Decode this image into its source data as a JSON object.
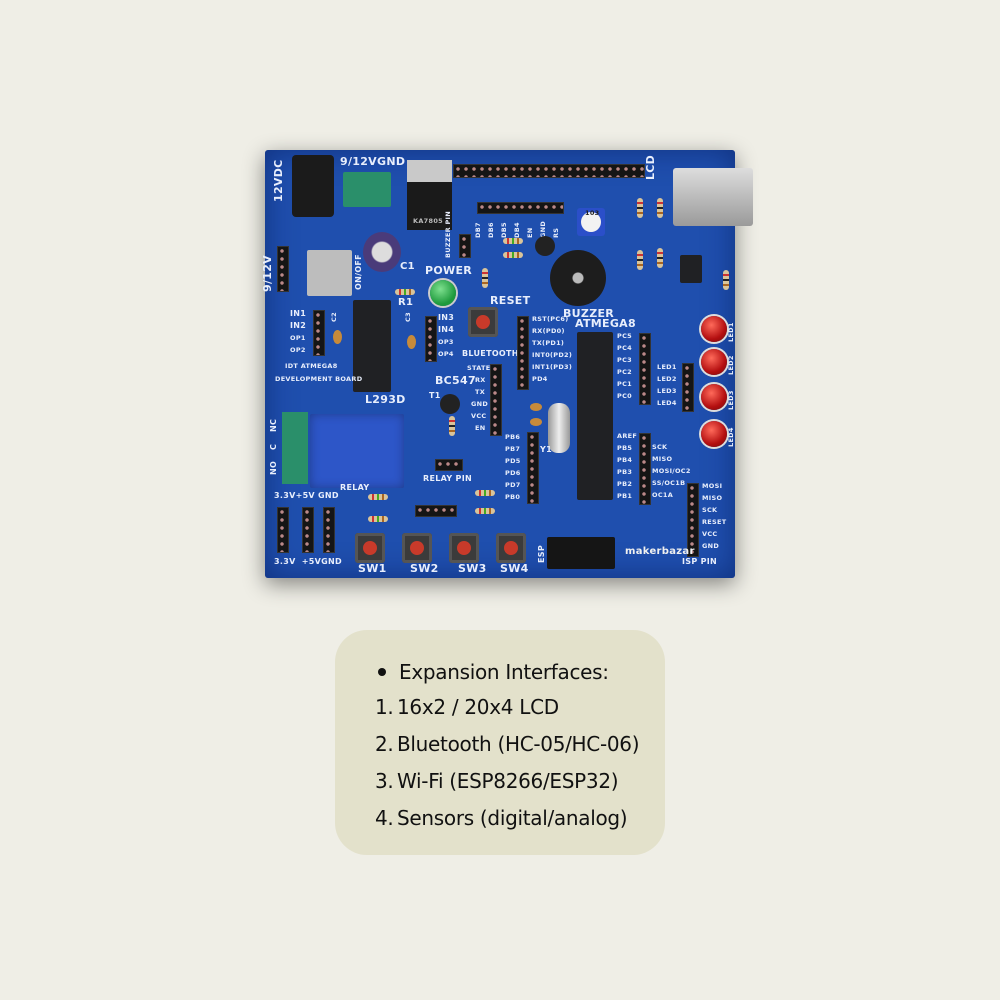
{
  "board": {
    "power_input": {
      "jack": "12VDC",
      "terminal": "9/12VGND",
      "header": "9/12V",
      "switch": "ON/OFF"
    },
    "regulator": "KA7805",
    "lcd": {
      "label": "LCD",
      "pins": [
        "DB7",
        "DB6",
        "DB5",
        "DB4",
        "EN",
        "GND",
        "RS"
      ]
    },
    "buzzer_pin": "BUZZER PIN",
    "labels": {
      "power": "POWER",
      "reset": "RESET",
      "buzzer": "BUZZER",
      "mcu": "ATMEGA8",
      "bluetooth": "BLUETOOTH",
      "transistor": "BC547",
      "driver": "L293D",
      "relay_pin": "RELAY PIN",
      "relay": "RELAY",
      "board_name_1": "IDT ATMEGA8",
      "board_name_2": "DEVELOPMENT BOARD",
      "power_top": "3.3V+5V GND",
      "power_bottom": "3.3V  +5VGND",
      "isp": "ISP PIN",
      "esp": "ESP",
      "r1": "R1",
      "c1": "C1",
      "c2": "C2",
      "c3": "C3",
      "t1": "T1",
      "y1": "Y1",
      "pot": "103"
    },
    "motor_pins_left": [
      "IN1",
      "IN2",
      "OP1",
      "OP2"
    ],
    "motor_pins_right": [
      "IN3",
      "IN4",
      "OP3",
      "OP4"
    ],
    "relay_terminals": [
      "NO",
      "C",
      "NC"
    ],
    "bluetooth_pins": [
      "STATE",
      "RX",
      "TX",
      "GND",
      "VCC",
      "EN"
    ],
    "port_d": [
      "RST(PC6)",
      "RX(PD0)",
      "TX(PD1)",
      "INT0(PD2)",
      "INT1(PD3)",
      "PD4"
    ],
    "port_b_left": [
      "PB6",
      "PB7",
      "PD5",
      "PD6",
      "PD7",
      "PB0"
    ],
    "port_c": [
      "PC5",
      "PC4",
      "PC3",
      "PC2",
      "PC1",
      "PC0"
    ],
    "port_b_right": [
      "AREF",
      "PB5",
      "PB4",
      "PB3",
      "PB2",
      "PB1"
    ],
    "spi_labels": [
      "SCK",
      "MISO",
      "MOSI/OC2",
      "SS/OC1B",
      "OC1A"
    ],
    "led_header": [
      "LED1",
      "LED2",
      "LED3",
      "LED4"
    ],
    "leds": [
      "LED1",
      "LED2",
      "LED3",
      "LED4"
    ],
    "isp_pins": [
      "MOSI",
      "MISO",
      "SCK",
      "RESET",
      "VCC",
      "GND"
    ],
    "switches": [
      "SW1",
      "SW2",
      "SW3",
      "SW4"
    ],
    "logo": "makerbazar"
  },
  "info": {
    "heading": "Expansion Interfaces:",
    "items": [
      {
        "num": "1.",
        "text": "16x2 / 20x4 LCD"
      },
      {
        "num": "2.",
        "text": "Bluetooth (HC-05/HC-06)"
      },
      {
        "num": "3.",
        "text": "Wi-Fi (ESP8266/ESP32)"
      },
      {
        "num": "4.",
        "text": "Sensors (digital/analog)"
      }
    ]
  },
  "colors": {
    "background": "#efeee6",
    "pcb": "#1f4fae",
    "info_box": "#e3e1cb"
  }
}
